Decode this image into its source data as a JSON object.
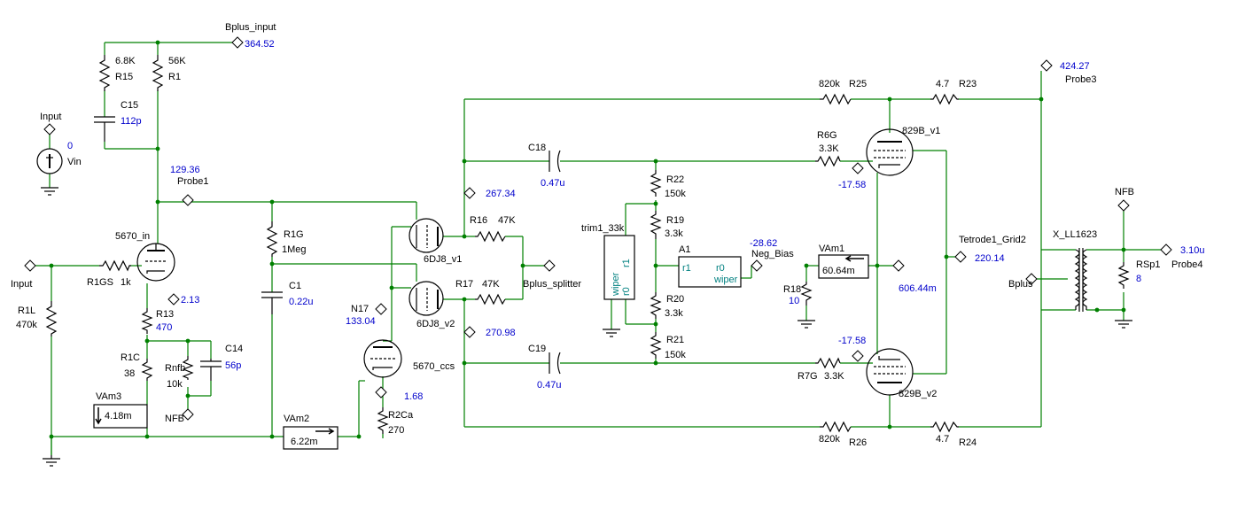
{
  "colors": {
    "wire": "#008000",
    "component": "#000000",
    "label": "#000000",
    "value": "#0000cc",
    "annotation": "#008080"
  },
  "probes": [
    {
      "id": "bplus_input",
      "label": "Bplus_input",
      "value": "364.52"
    },
    {
      "id": "input_top",
      "label": "Input",
      "value": ""
    },
    {
      "id": "probe1",
      "label": "Probe1",
      "value": "129.36"
    },
    {
      "id": "input_left",
      "label": "Input",
      "value": ""
    },
    {
      "id": "v213",
      "label": "",
      "value": "2.13"
    },
    {
      "id": "nfb_small",
      "label": "NFB",
      "value": ""
    },
    {
      "id": "n17",
      "label": "N17",
      "value": "133.04"
    },
    {
      "id": "v168",
      "label": "",
      "value": "1.68"
    },
    {
      "id": "v26734",
      "label": "",
      "value": "267.34"
    },
    {
      "id": "v27098",
      "label": "",
      "value": "270.98"
    },
    {
      "id": "bplus_splitter",
      "label": "Bplus_splitter",
      "value": ""
    },
    {
      "id": "neg_bias",
      "label": "Neg_Bias",
      "value": "-28.62"
    },
    {
      "id": "g1_top",
      "label": "",
      "value": "-17.58"
    },
    {
      "id": "g1_bot",
      "label": "",
      "value": "-17.58"
    },
    {
      "id": "v60644",
      "label": "",
      "value": "606.44m"
    },
    {
      "id": "tetrode",
      "label": "Tetrode1_Grid2",
      "value": "220.14"
    },
    {
      "id": "probe3",
      "label": "Probe3",
      "value": "424.27"
    },
    {
      "id": "nfb_right",
      "label": "NFB",
      "value": ""
    },
    {
      "id": "probe4",
      "label": "Probe4",
      "value": "3.10u"
    },
    {
      "id": "bplus_right",
      "label": "Bplus",
      "value": ""
    }
  ],
  "source": {
    "name": "Vin",
    "value": "0"
  },
  "resistors": [
    {
      "id": "R15",
      "name": "R15",
      "value": "6.8K"
    },
    {
      "id": "R1",
      "name": "R1",
      "value": "56K"
    },
    {
      "id": "R1GS",
      "name": "R1GS",
      "value": "1k"
    },
    {
      "id": "R1L",
      "name": "R1L",
      "value": "470k"
    },
    {
      "id": "R13",
      "name": "R13",
      "value": "470"
    },
    {
      "id": "R1C",
      "name": "R1C",
      "value": "38"
    },
    {
      "id": "Rnfb",
      "name": "Rnfb",
      "value": "10k"
    },
    {
      "id": "R1G",
      "name": "R1G",
      "value": "1Meg"
    },
    {
      "id": "R2Ca",
      "name": "R2Ca",
      "value": "270"
    },
    {
      "id": "R16",
      "name": "R16",
      "value": "47K"
    },
    {
      "id": "R17",
      "name": "R17",
      "value": "47K"
    },
    {
      "id": "R22",
      "name": "R22",
      "value": "150k"
    },
    {
      "id": "R19",
      "name": "R19",
      "value": "3.3k"
    },
    {
      "id": "R20",
      "name": "R20",
      "value": "3.3k"
    },
    {
      "id": "R21",
      "name": "R21",
      "value": "150k"
    },
    {
      "id": "R25",
      "name": "R25",
      "value": "820k"
    },
    {
      "id": "R23",
      "name": "R23",
      "value": "4.7"
    },
    {
      "id": "R6G",
      "name": "R6G",
      "value": "3.3K"
    },
    {
      "id": "R7G",
      "name": "R7G",
      "value": "3.3K"
    },
    {
      "id": "R26",
      "name": "R26",
      "value": "820k"
    },
    {
      "id": "R24",
      "name": "R24",
      "value": "4.7"
    },
    {
      "id": "R18",
      "name": "R18",
      "value": "10"
    },
    {
      "id": "RSp1",
      "name": "RSp1",
      "value": "8"
    }
  ],
  "capacitors": [
    {
      "id": "C15",
      "name": "C15",
      "value": "112p"
    },
    {
      "id": "C14",
      "name": "C14",
      "value": "56p"
    },
    {
      "id": "C1",
      "name": "C1",
      "value": "0.22u"
    },
    {
      "id": "C18",
      "name": "C18",
      "value": "0.47u"
    },
    {
      "id": "C19",
      "name": "C19",
      "value": "0.47u"
    }
  ],
  "tubes": [
    {
      "id": "t5670_in",
      "name": "5670_in"
    },
    {
      "id": "t6dj8_v1",
      "name": "6DJ8_v1"
    },
    {
      "id": "t6dj8_v2",
      "name": "6DJ8_v2"
    },
    {
      "id": "t5670_ccs",
      "name": "5670_ccs"
    },
    {
      "id": "t829b_v1",
      "name": "829B_v1"
    },
    {
      "id": "t829b_v2",
      "name": "829B_v2"
    }
  ],
  "meters": [
    {
      "id": "VAm3",
      "name": "VAm3",
      "value": "4.18m"
    },
    {
      "id": "VAm2",
      "name": "VAm2",
      "value": "6.22m"
    },
    {
      "id": "VAm1",
      "name": "VAm1",
      "value": "60.64m"
    }
  ],
  "trim": {
    "name": "trim1_33k",
    "pins": [
      "wiper",
      "r0",
      "r1"
    ]
  },
  "amp": {
    "name": "A1",
    "pin_in": "r1",
    "pin_out_a": "r0",
    "pin_out_b": "wiper"
  },
  "transformer": {
    "name": "X_LL1623"
  }
}
